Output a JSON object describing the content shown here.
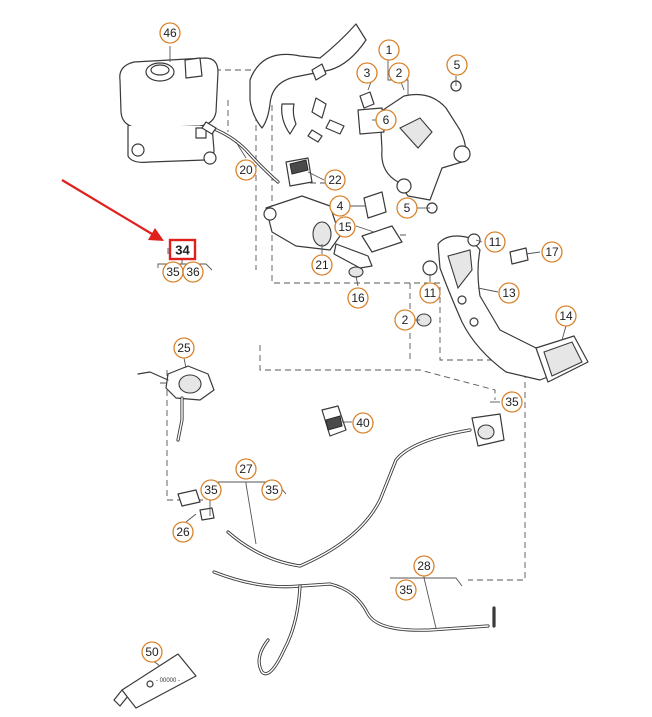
{
  "diagram": {
    "accent_color": "#e0201c",
    "callout_color": "#d9822b",
    "callouts": [
      {
        "label": "46"
      },
      {
        "label": "1"
      },
      {
        "label": "3"
      },
      {
        "label": "2"
      },
      {
        "label": "5"
      },
      {
        "label": "6"
      },
      {
        "label": "20"
      },
      {
        "label": "22"
      },
      {
        "label": "4"
      },
      {
        "label": "5"
      },
      {
        "label": "15"
      },
      {
        "label": "11"
      },
      {
        "label": "17"
      },
      {
        "label": "21"
      },
      {
        "label": "16"
      },
      {
        "label": "11"
      },
      {
        "label": "13"
      },
      {
        "label": "2"
      },
      {
        "label": "14"
      },
      {
        "label": "25"
      },
      {
        "label": "35"
      },
      {
        "label": "40"
      },
      {
        "label": "27"
      },
      {
        "label": "35"
      },
      {
        "label": "35"
      },
      {
        "label": "26"
      },
      {
        "label": "28"
      },
      {
        "label": "35"
      },
      {
        "label": "50"
      },
      {
        "label": "35"
      },
      {
        "label": "36"
      }
    ],
    "highlighted": {
      "label": "34"
    },
    "tube_text": "- 00000 -"
  }
}
